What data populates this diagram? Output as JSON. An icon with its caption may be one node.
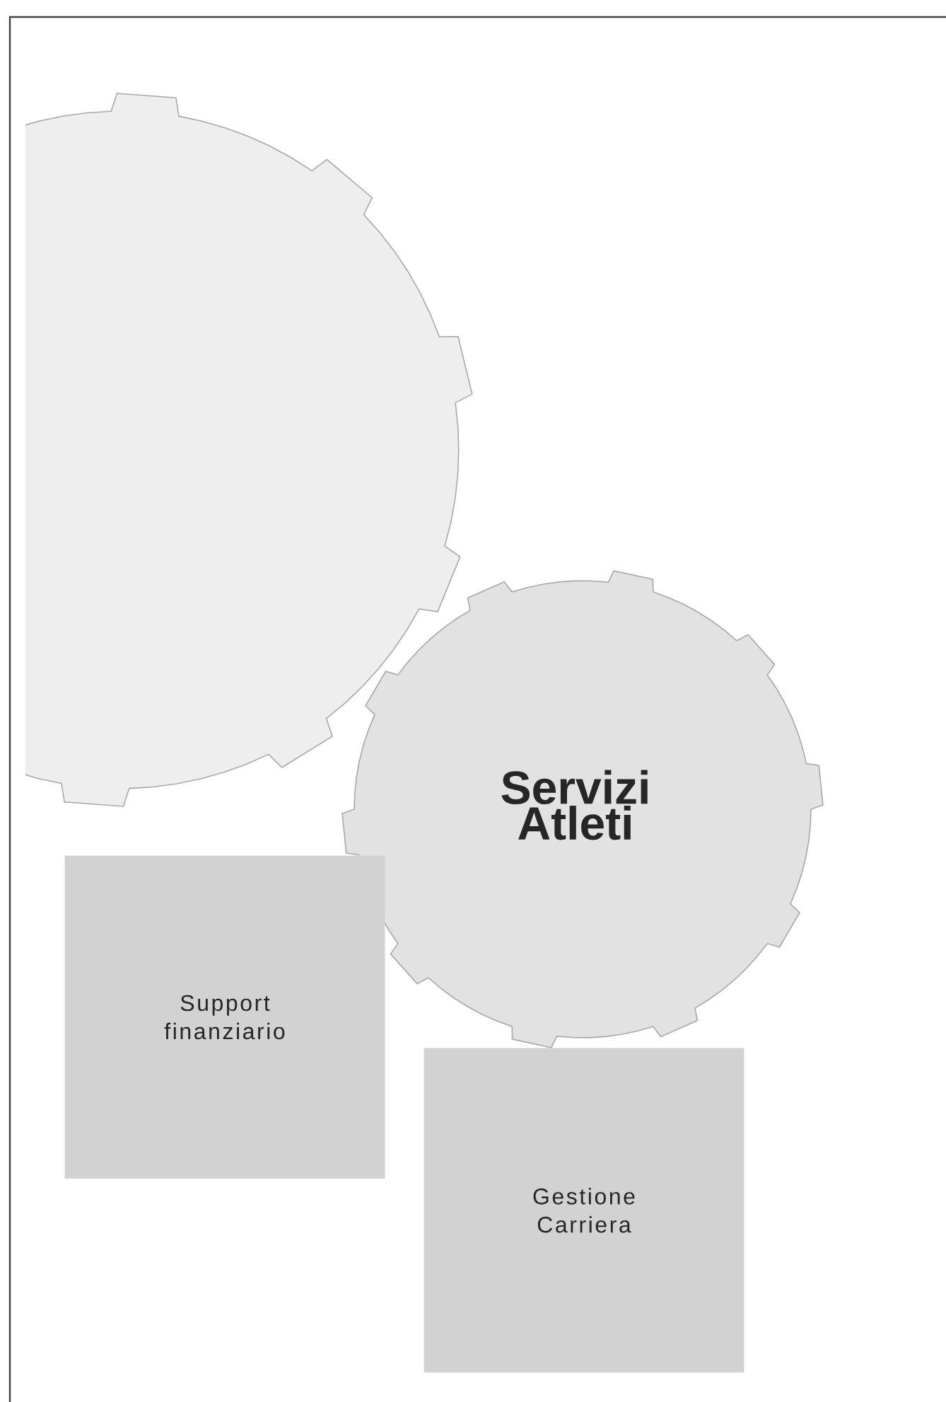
{
  "diagram": {
    "nodes": [
      {
        "text": [],
        "shape": "gear"
      },
      {
        "text": [
          "Servizi Atleti"
        ]
      },
      {
        "text": [
          "Support finanziario"
        ]
      },
      {
        "text": [
          "Gestione Carriera"
        ]
      }
    ]
  }
}
